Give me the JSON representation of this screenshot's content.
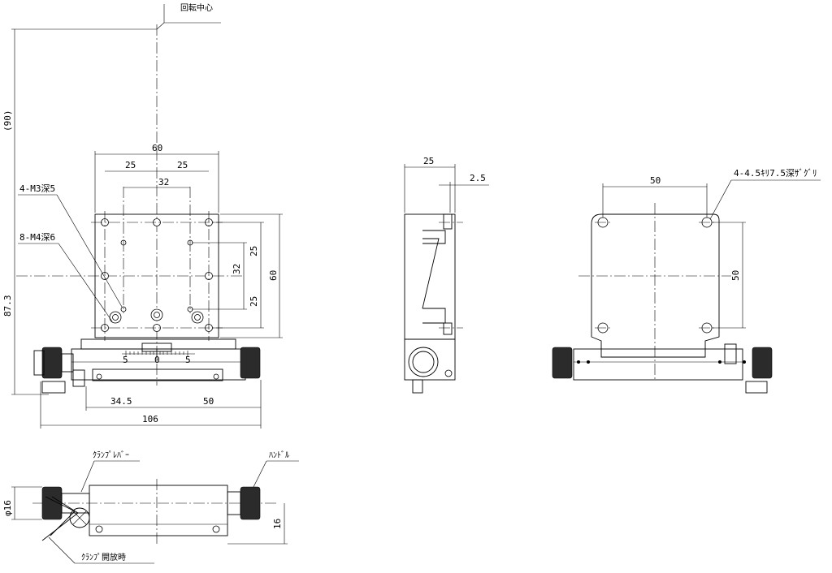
{
  "labels": {
    "rotation_center": "回転中心",
    "tap_m3": "4-M3深5",
    "tap_m4": "8-M4深6",
    "counterbore": "4-4.5ｷﾘ7.5深ｻﾞｸﾞﾘ",
    "clamp_lever": "ｸﾗﾝﾌﾟﾚﾊﾞｰ",
    "handle": "ﾊﾝﾄﾞﾙ",
    "clamp_open": "ｸﾗﾝﾌﾟ開放時"
  },
  "dimensions": {
    "front_width_60": "60",
    "front_pitch_25a": "25",
    "front_pitch_25b": "25",
    "front_pitch_32": "32",
    "front_right_25a": "25",
    "front_right_32": "32",
    "front_right_25b": "25",
    "front_right_60": "60",
    "front_height_90": "(90)",
    "front_height_873": "87.3",
    "front_bottom_345": "34.5",
    "front_bottom_50": "50",
    "front_total_106": "106",
    "side_width_25": "25",
    "side_offset_25": "2.5",
    "back_width_50": "50",
    "back_height_50": "50",
    "bottom_dia_16": "φ16",
    "bottom_height_16": "16"
  },
  "scale": {
    "left_5": "5",
    "center_0": "0",
    "right_5": "5"
  }
}
